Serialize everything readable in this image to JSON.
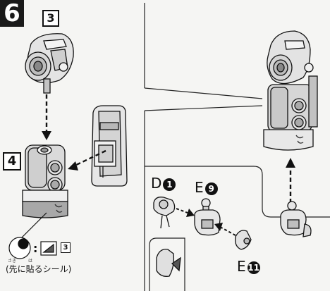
{
  "step": {
    "number": "6"
  },
  "sub_steps": {
    "first": "3",
    "second": "4"
  },
  "parts": {
    "d": {
      "letter": "D",
      "number": "1"
    },
    "e_upper": {
      "letter": "E",
      "number": "9"
    },
    "e_lower": {
      "letter": "E",
      "number": "11"
    }
  },
  "sticker": {
    "colon": ":",
    "ref": "3",
    "note": "(先に貼るシール)",
    "ruby_saki": "さき",
    "ruby_ha": "は"
  }
}
